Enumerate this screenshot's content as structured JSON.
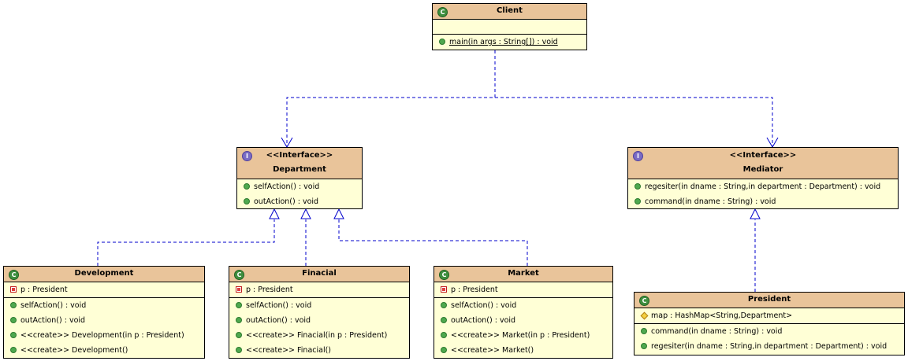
{
  "classes": {
    "client": {
      "name": "Client",
      "methods": [
        "main(in args : String[]) : void"
      ]
    },
    "department": {
      "stereotype": "<<Interface>>",
      "name": "Department",
      "methods": [
        "selfAction() : void",
        "outAction() : void"
      ]
    },
    "mediator": {
      "stereotype": "<<Interface>>",
      "name": "Mediator",
      "methods": [
        "regesiter(in dname : String,in department : Department) : void",
        "command(in dname : String) : void"
      ]
    },
    "development": {
      "name": "Development",
      "attributes": [
        "p : President"
      ],
      "methods": [
        "selfAction() : void",
        "outAction() : void",
        "<<create>> Development(in p : President)",
        "<<create>> Development()"
      ]
    },
    "finacial": {
      "name": "Finacial",
      "attributes": [
        "p : President"
      ],
      "methods": [
        "selfAction() : void",
        "outAction() : void",
        "<<create>> Finacial(in p : President)",
        "<<create>> Finacial()"
      ]
    },
    "market": {
      "name": "Market",
      "attributes": [
        "p : President"
      ],
      "methods": [
        "selfAction() : void",
        "outAction() : void",
        "<<create>> Market(in p : President)",
        "<<create>> Market()"
      ]
    },
    "president": {
      "name": "President",
      "attributes": [
        "map : HashMap<String,Department>"
      ],
      "methods": [
        "command(in dname : String) : void",
        "regesiter(in dname : String,in department : Department) : void"
      ]
    }
  },
  "icons": {
    "class_badge": "C",
    "interface_badge": "I"
  },
  "colors": {
    "header": "#e9c49a",
    "body": "#ffffd6",
    "connector": "#0000cc"
  }
}
